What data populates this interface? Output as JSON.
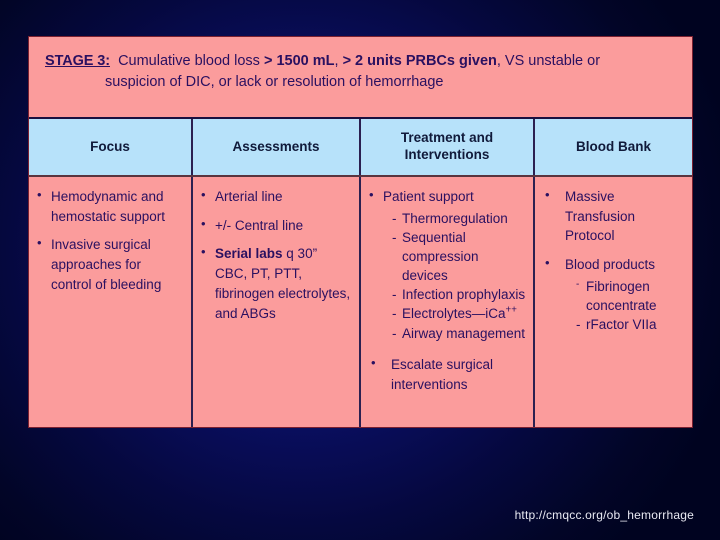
{
  "slide": {
    "background_color": "#0a0f63",
    "panel_color": "#fb9c9c",
    "header_color": "#b7e2fa",
    "text_color": "#2a1060"
  },
  "banner": {
    "stage_label": "STAGE 3:",
    "line1_a": "Cumulative blood loss ",
    "line1_b": "> 1500 mL",
    "line1_c": ", ",
    "line1_d": "> 2 units PRBCs given",
    "line1_e": ", VS unstable or",
    "line2": "suspicion of DIC, or lack or resolution of hemorrhage"
  },
  "table": {
    "headers": [
      {
        "label": "Focus"
      },
      {
        "label": "Assessments"
      },
      {
        "label": "Treatment and\nInterventions"
      },
      {
        "label": "Blood Bank"
      }
    ],
    "columns": [
      {
        "name": "focus",
        "items": [
          {
            "text": "Hemodynamic and hemostatic support"
          },
          {
            "text": "Invasive surgical approaches for control of bleeding"
          }
        ]
      },
      {
        "name": "assessments",
        "items": [
          {
            "text": "Arterial line"
          },
          {
            "text": "+/- Central line"
          },
          {
            "bold": "Serial labs",
            "text": " q 30” CBC, PT, PTT, fibrinogen electrolytes, and ABGs"
          }
        ]
      },
      {
        "name": "treatment-and-interventions",
        "items": [
          {
            "text": "Patient support",
            "sub": [
              "Thermoregulation",
              "Sequential",
              "compression devices",
              "Infection prophylaxis",
              "Electrolytes—iCa",
              "Airway management"
            ]
          },
          {
            "text": "Escalate surgical interventions"
          }
        ]
      },
      {
        "name": "blood-bank",
        "items": [
          {
            "text": "Massive Transfusion Protocol"
          },
          {
            "text": "Blood products",
            "sub": [
              "Fibrinogen",
              "concentrate",
              "rFactor VIIa"
            ]
          }
        ]
      }
    ]
  },
  "footer": {
    "url": "http://cmqcc.org/ob_hemorrhage"
  }
}
